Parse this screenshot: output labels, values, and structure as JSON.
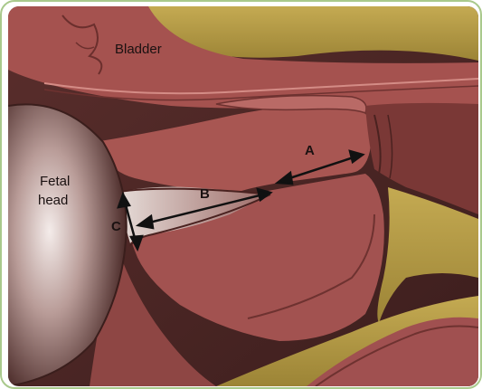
{
  "labels": {
    "bladder": "Bladder",
    "fetal_head_line1": "Fetal",
    "fetal_head_line2": "head",
    "a": "A",
    "b": "B",
    "c": "C"
  },
  "colors": {
    "tissue": "#9e4e4c",
    "tissue_dark": "#6e2f2f",
    "tissue_light": "#b96a66",
    "fat": "#b8a048",
    "fetal_head": "#8c6e6a",
    "frame_border": "#a9c98c"
  }
}
